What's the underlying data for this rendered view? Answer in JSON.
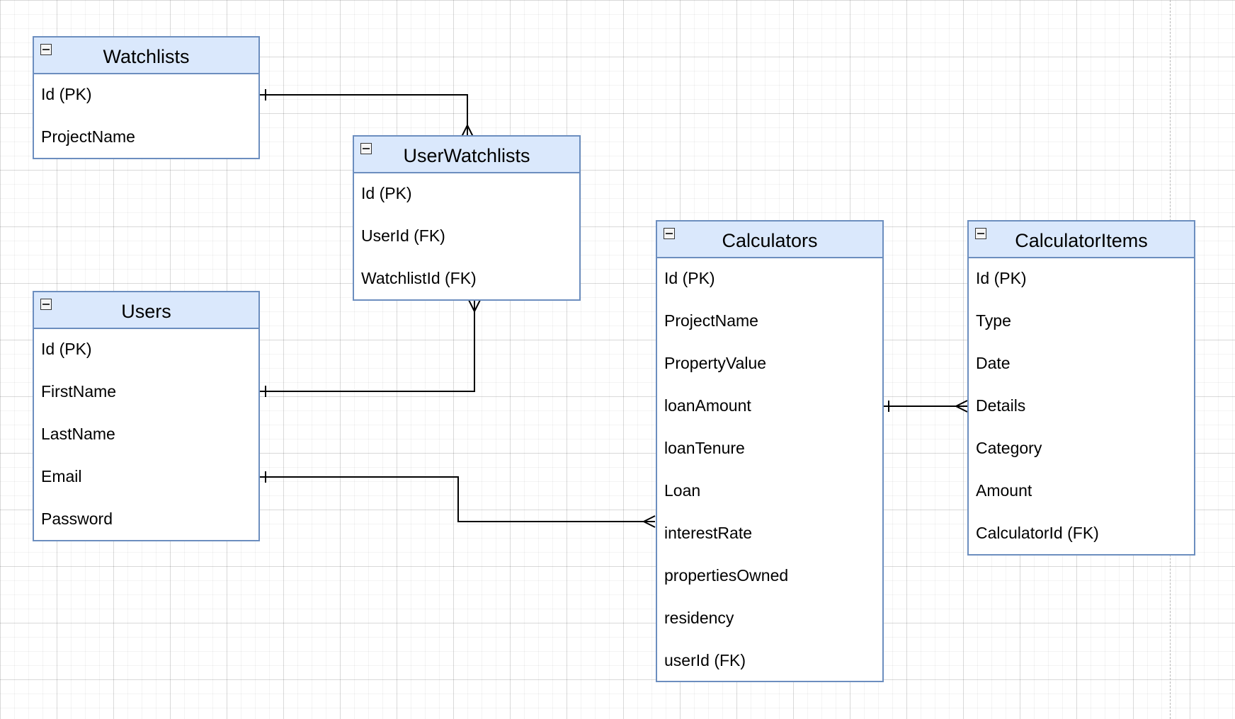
{
  "diagram": {
    "entities": [
      {
        "id": "watchlists",
        "title": "Watchlists",
        "fields": [
          "Id (PK)",
          "ProjectName"
        ]
      },
      {
        "id": "userwatchlists",
        "title": "UserWatchlists",
        "fields": [
          "Id (PK)",
          "UserId (FK)",
          "WatchlistId (FK)"
        ]
      },
      {
        "id": "users",
        "title": "Users",
        "fields": [
          "Id (PK)",
          "FirstName",
          "LastName",
          "Email",
          "Password"
        ]
      },
      {
        "id": "calculators",
        "title": "Calculators",
        "fields": [
          "Id (PK)",
          "ProjectName",
          "PropertyValue",
          "loanAmount",
          "loanTenure",
          "Loan",
          "interestRate",
          "propertiesOwned",
          "residency",
          "userId (FK)"
        ]
      },
      {
        "id": "calculatoritems",
        "title": "CalculatorItems",
        "fields": [
          "Id (PK)",
          "Type",
          "Date",
          "Details",
          "Category",
          "Amount",
          "CalculatorId (FK)"
        ]
      }
    ],
    "relationships": [
      {
        "from": "watchlists",
        "to": "userwatchlists",
        "from_end": "one",
        "to_end": "many"
      },
      {
        "from": "users",
        "to": "userwatchlists",
        "from_end": "one",
        "to_end": "many"
      },
      {
        "from": "users",
        "to": "calculators",
        "from_end": "one",
        "to_end": "many"
      },
      {
        "from": "calculators",
        "to": "calculatoritems",
        "from_end": "one",
        "to_end": "many"
      }
    ],
    "colors": {
      "header_fill": "#dae8fc",
      "border": "#6c8ebf",
      "connector": "#000000"
    }
  }
}
